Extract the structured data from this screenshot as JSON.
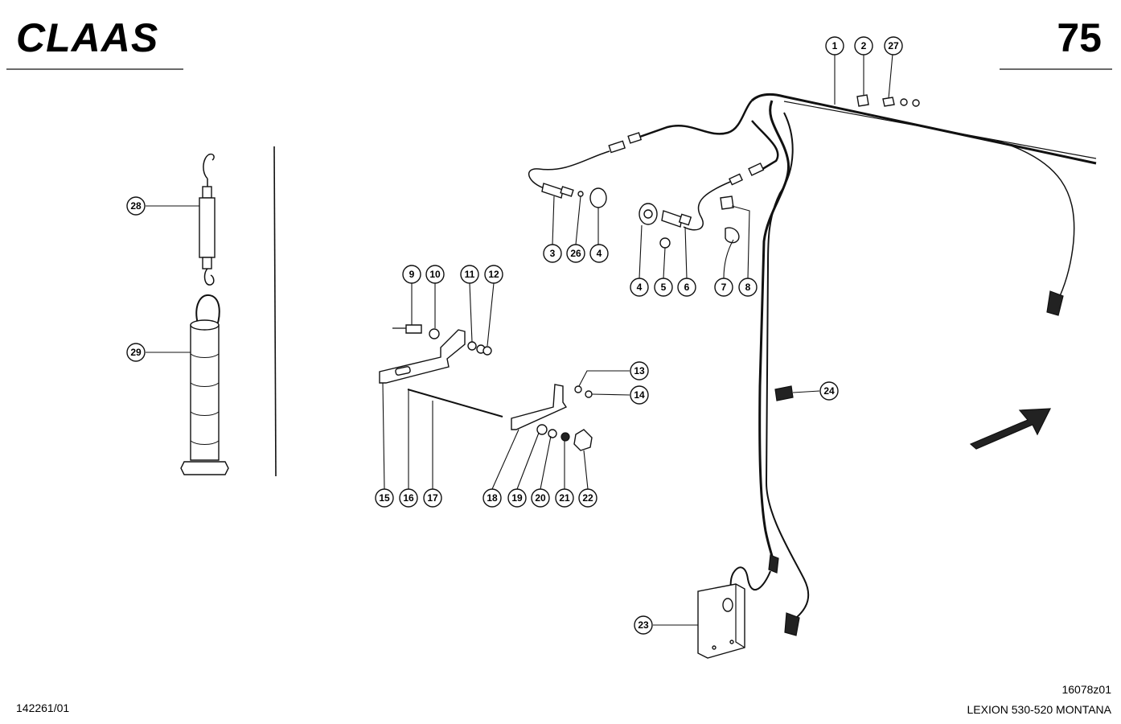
{
  "header": {
    "brand": "CLAAS",
    "page_number": "75"
  },
  "footer": {
    "left_code": "142261/01",
    "drawing_code": "16078z01",
    "model": "LEXION 530-520 MONTANA"
  },
  "callouts": [
    "1",
    "2",
    "27",
    "3",
    "26",
    "4",
    "4",
    "5",
    "6",
    "7",
    "8",
    "9",
    "10",
    "11",
    "12",
    "13",
    "14",
    "15",
    "16",
    "17",
    "18",
    "19",
    "20",
    "21",
    "22",
    "23",
    "24",
    "28",
    "29"
  ]
}
